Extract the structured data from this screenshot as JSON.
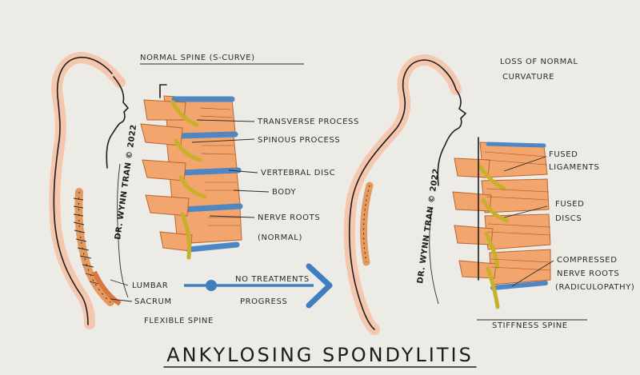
{
  "title": "ANKYLOSING SPONDYLITIS",
  "left": {
    "header": "NORMAL SPINE (S-CURVE)",
    "signature": "DR. WYNN TRAN © 2022",
    "labels": {
      "transverse": "TRANSVERSE PROCESS",
      "spinous": "SPINOUS PROCESS",
      "disc": "VERTEBRAL DISC",
      "body": "BODY",
      "nerve1": "NERVE ROOTS",
      "nerve2": "(NORMAL)"
    },
    "figure_labels": {
      "lumbar": "LUMBAR",
      "sacrum": "SACRUM",
      "flexible": "FLEXIBLE SPINE"
    }
  },
  "middle": {
    "line1": "NO TREATMENTS",
    "line2": "PROGRESS"
  },
  "right": {
    "header1": "LOSS OF NORMAL",
    "header2": "CURVATURE",
    "signature": "DR. WYNN TRAN © 2022",
    "labels": {
      "lig1": "FUSED",
      "lig2": "LIGAMENTS",
      "disc1": "FUSED",
      "disc2": "DISCS",
      "nerve1": "COMPRESSED",
      "nerve2": "NERVE ROOTS",
      "nerve3": "(RADICULOPATHY)",
      "stiff": "STIFFNESS SPINE"
    }
  },
  "colors": {
    "bone": "#f2a66e",
    "bone_dark": "#d9773e",
    "disc": "#4f87c4",
    "nerve": "#c9b02a",
    "arrow": "#3f7fc0",
    "skin": "#f5c7ae"
  }
}
